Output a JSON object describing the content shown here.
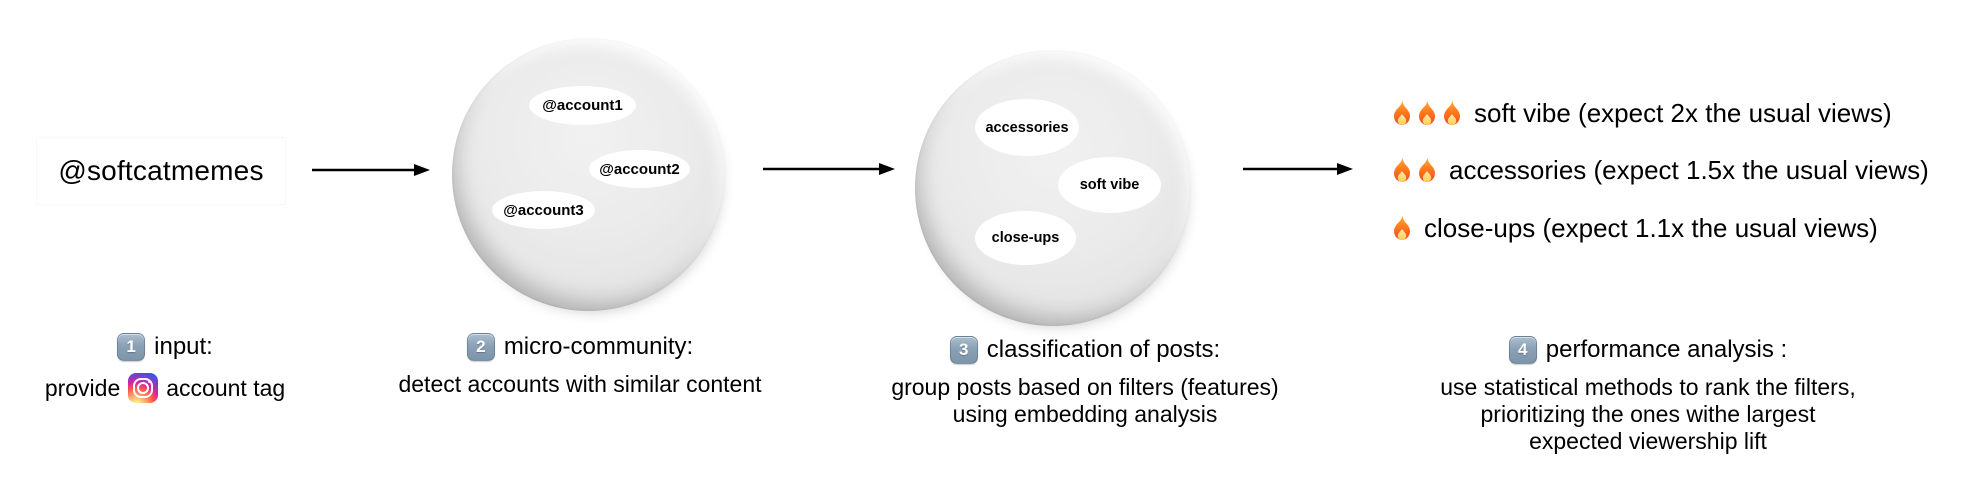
{
  "colors": {
    "background": "#ffffff",
    "sphere_fill": "#e9e9e9",
    "card_fill": "#ffffff",
    "arrow": "#000000",
    "keycap_blue": "#7f96ab",
    "flame_orange": "#f96d1d",
    "instagram_gradient": [
      "#fdf497",
      "#fd5949",
      "#d6249f",
      "#285AEB"
    ]
  },
  "icons": {
    "step_badge": "keycap-number",
    "fire": "flame",
    "instagram": "instagram-logo"
  },
  "steps": [
    {
      "badge": "1",
      "title": "input:",
      "caption_prefix": "provide",
      "caption_suffix": "account tag",
      "node": {
        "type": "card",
        "label": "@softcatmemes"
      }
    },
    {
      "badge": "2",
      "title": "micro-community:",
      "caption_lines": [
        "detect accounts with similar content"
      ],
      "node": {
        "type": "community-bubble",
        "items": [
          "@account1",
          "@account2",
          "@account3"
        ]
      }
    },
    {
      "badge": "3",
      "title": "classification of posts:",
      "caption_lines": [
        "group posts based on filters (features)",
        "using embedding analysis"
      ],
      "node": {
        "type": "cluster-bubble",
        "items": [
          "accessories",
          "soft vibe",
          "close-ups"
        ]
      }
    },
    {
      "badge": "4",
      "title": "performance analysis :",
      "caption_lines": [
        "use statistical methods to rank the filters,",
        "prioritizing the ones withe largest",
        "expected viewership lift"
      ],
      "node": {
        "type": "ranking-card",
        "items": [
          {
            "flames": 3,
            "label": "soft vibe (expect 2x the usual views)"
          },
          {
            "flames": 2,
            "label": "accessories (expect 1.5x the usual views)"
          },
          {
            "flames": 1,
            "label": "close-ups (expect 1.1x the usual views)"
          }
        ]
      }
    }
  ]
}
